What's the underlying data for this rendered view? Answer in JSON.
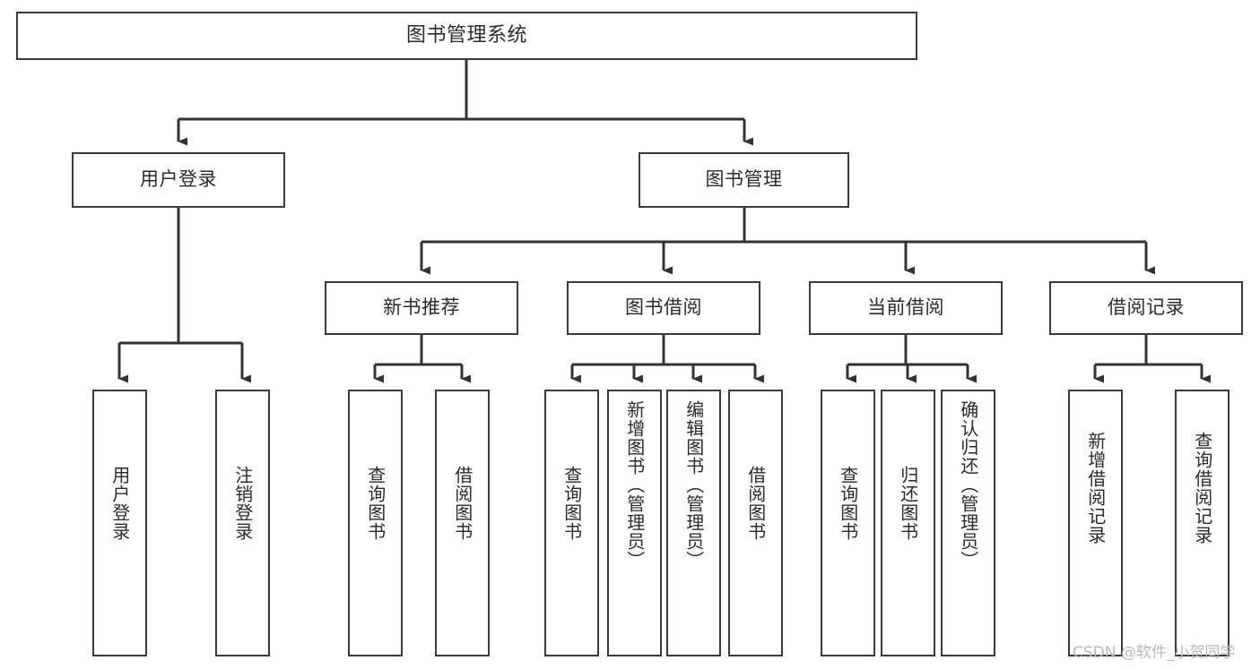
{
  "diagram": {
    "title": "图书管理系统",
    "type": "tree",
    "orientation": "top-down",
    "colors": {
      "box_border": "#3a3a3a",
      "box_fill": "#ffffff",
      "edge": "#333333",
      "text": "#2b2b2b",
      "watermark": "#b9b9b9",
      "background": "#ffffff"
    },
    "watermark": "CSDN @软件_小贺同学",
    "levels": 4
  },
  "nodes": {
    "root": {
      "label": "图书管理系统",
      "level": 1
    },
    "level2": [
      {
        "id": "user-login",
        "label": "用户登录",
        "level": 2
      },
      {
        "id": "book-management",
        "label": "图书管理",
        "level": 2
      }
    ],
    "level3": [
      {
        "id": "new-book-recommend",
        "label": "新书推荐",
        "parent": "book-management",
        "level": 3
      },
      {
        "id": "book-borrow",
        "label": "图书借阅",
        "parent": "book-management",
        "level": 3
      },
      {
        "id": "current-borrow",
        "label": "当前借阅",
        "parent": "book-management",
        "level": 3
      },
      {
        "id": "borrow-record",
        "label": "借阅记录",
        "parent": "book-management",
        "level": 3
      }
    ],
    "leaves": [
      {
        "id": "leaf-user-login",
        "label": "用户登录",
        "parent": "user-login"
      },
      {
        "id": "leaf-logout-login",
        "label": "注销登录",
        "parent": "user-login"
      },
      {
        "id": "leaf-query-book-1",
        "label": "查询图书",
        "parent": "new-book-recommend"
      },
      {
        "id": "leaf-borrow-book-1",
        "label": "借阅图书",
        "parent": "new-book-recommend"
      },
      {
        "id": "leaf-query-book-2",
        "label": "查询图书",
        "parent": "book-borrow"
      },
      {
        "id": "leaf-add-book",
        "label": "新增图书（管理员）",
        "parent": "book-borrow"
      },
      {
        "id": "leaf-edit-book",
        "label": "编辑图书（管理员）",
        "parent": "book-borrow"
      },
      {
        "id": "leaf-borrow-book-2",
        "label": "借阅图书",
        "parent": "book-borrow"
      },
      {
        "id": "leaf-query-book-3",
        "label": "查询图书",
        "parent": "current-borrow"
      },
      {
        "id": "leaf-return-book",
        "label": "归还图书",
        "parent": "current-borrow"
      },
      {
        "id": "leaf-confirm-return",
        "label": "确认归还（管理员）",
        "parent": "current-borrow"
      },
      {
        "id": "leaf-add-record",
        "label": "新增借阅记录",
        "parent": "borrow-record"
      },
      {
        "id": "leaf-query-record",
        "label": "查询借阅记录",
        "parent": "borrow-record"
      }
    ]
  }
}
